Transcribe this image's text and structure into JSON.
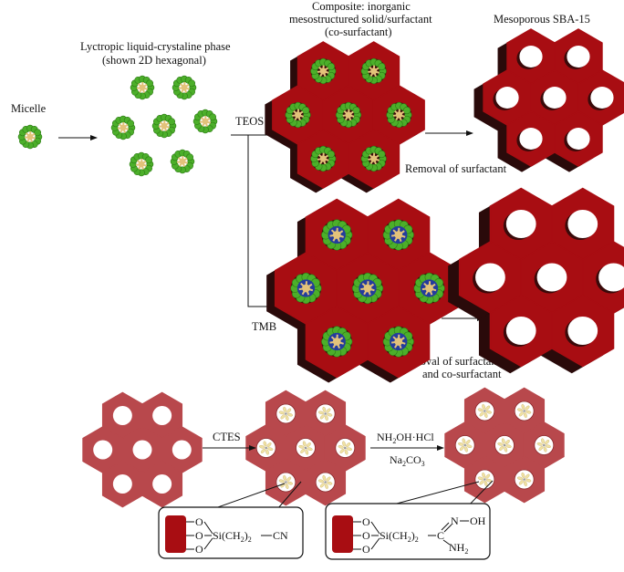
{
  "labels": {
    "micelle": "Micelle",
    "lyotropic_line1": "Lyctropic liquid-crystaline phase",
    "lyotropic_line2": "(shown 2D hexagonal)",
    "composite_line1": "Composite: inorganic",
    "composite_line2": "mesostructured solid/surfactant",
    "composite_line3": "(co-surfactant)",
    "mesoporous": "Mesoporous SBA-15",
    "teos": "TEOS",
    "tmb": "TMB",
    "removal_surfactant": "Removal of surfactant",
    "removal_cosurf_line1": "Removal of surfactant",
    "removal_cosurf_line2": "and co-surfactant",
    "ctes": "CTES",
    "reagent_top": "NH",
    "reagent_top_sub": "2",
    "reagent_top_rest": "OH·HCl",
    "reagent_bottom": "Na",
    "reagent_bottom_sub1": "2",
    "reagent_bottom_mid": "CO",
    "reagent_bottom_sub2": "3"
  },
  "inset_left": {
    "o_labels": [
      "O",
      "O",
      "O"
    ],
    "si": "Si(CH",
    "si_sub1": "2",
    "close": ")",
    "si_sub2": "2",
    "group": "CN"
  },
  "inset_right": {
    "o_labels": [
      "O",
      "O",
      "O"
    ],
    "si": "Si(CH",
    "si_sub1": "2",
    "close": ")",
    "si_sub2": "2",
    "c": "C",
    "noh": "N",
    "oh": "OH",
    "nh": "NH",
    "nh_sub": "2"
  },
  "colors": {
    "silica_dark_red": "#a80d12",
    "silica_shadow": "#2a0a0a",
    "functionalized_pink": "#b8484c",
    "micelle_green": "#4caf2a",
    "micelle_core": "#e3c27a",
    "cosurfactant_blue": "#243c9c"
  }
}
